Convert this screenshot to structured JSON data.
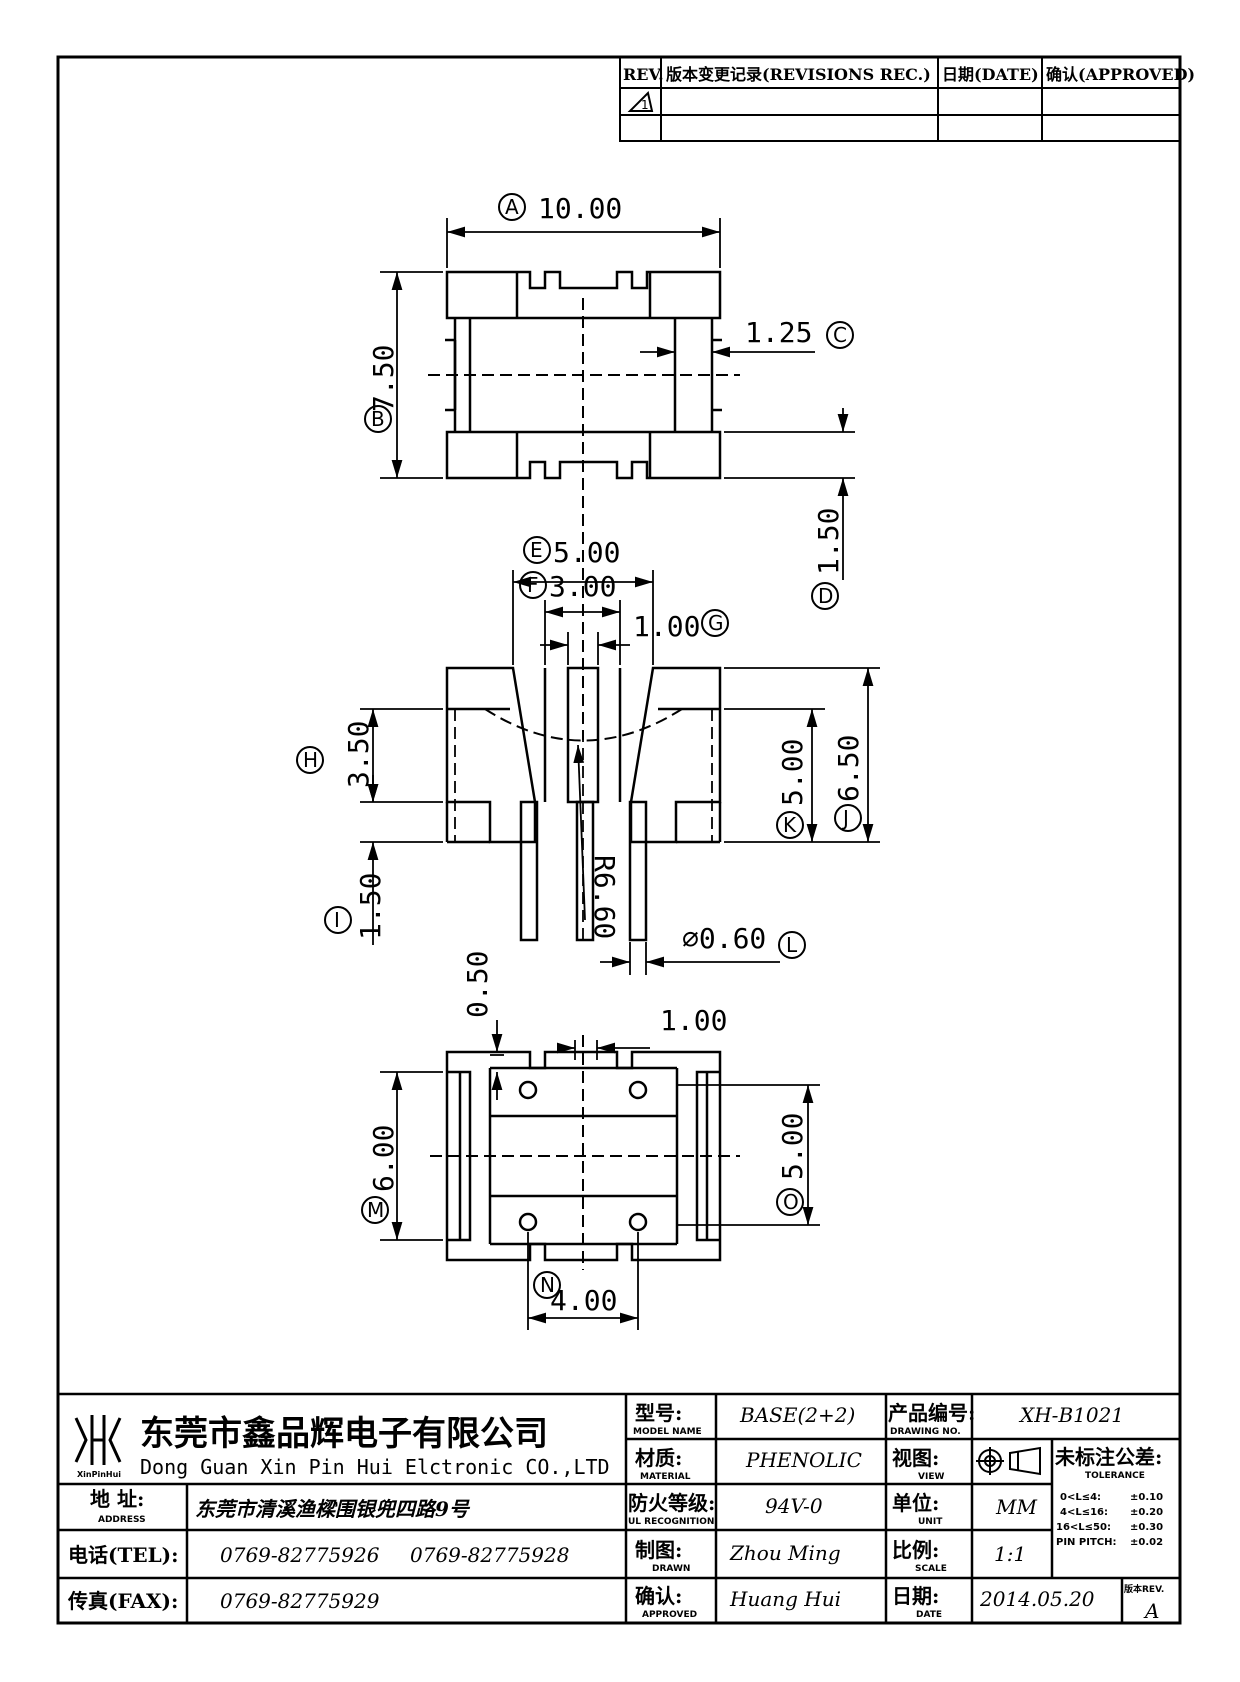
{
  "revisions": {
    "headers": {
      "rev": "REV.",
      "record": "版本变更记录(REVISIONS REC.)",
      "date": "日期(DATE)",
      "approved": "确认(APPROVED)"
    },
    "rev_mark": "1"
  },
  "drawing": {
    "top_view": {
      "A": "10.00",
      "B": "7.50",
      "C": "1.25",
      "D": "1.50",
      "letters": {
        "A": "A",
        "B": "B",
        "C": "C",
        "D": "D"
      }
    },
    "front_view": {
      "E": "5.00",
      "F": "3.00",
      "G": "1.00",
      "H": "3.50",
      "I": "1.50",
      "J": "6.50",
      "K": "5.00",
      "L": "⌀0.60",
      "R": "R6.60",
      "letters": {
        "E": "E",
        "F": "F",
        "G": "G",
        "H": "H",
        "I": "I",
        "J": "J",
        "K": "K",
        "L": "L"
      }
    },
    "bottom_view": {
      "M": "6.00",
      "N": "4.00",
      "O": "5.00",
      "gap": "0.50",
      "slot": "1.00",
      "letters": {
        "M": "M",
        "N": "N",
        "O": "O"
      }
    }
  },
  "title_block": {
    "company_cn": "东莞市鑫品辉电子有限公司",
    "company_en": "Dong Guan Xin Pin Hui Elctronic CO.,LTD",
    "logo_caption": "XinPinHui",
    "address_label": "地 址:",
    "address_sub": "ADDRESS",
    "address": "东莞市清溪渔樑围银兜四路9号",
    "tel_label": "电话(TEL):",
    "tel1": "0769-82775926",
    "tel2": "0769-82775928",
    "fax_label": "传真(FAX):",
    "fax": "0769-82775929",
    "model_label": "型号:",
    "model_sub": "MODEL NAME",
    "model": "BASE(2+2)",
    "material_label": "材质:",
    "material_sub": "MATERIAL",
    "material": "PHENOLIC",
    "ul_label": "防火等级:",
    "ul_sub": "UL RECOGNITION",
    "ul": "94V-0",
    "drawn_label": "制图:",
    "drawn_sub": "DRAWN",
    "drawn": "Zhou Ming",
    "approved_label": "确认:",
    "approved_sub": "APPROVED",
    "approved": "Huang Hui",
    "drawing_no_label": "产品编号:",
    "drawing_no_sub": "DRAWING NO.",
    "drawing_no": "XH-B1021",
    "view_label": "视图:",
    "view_sub": "VIEW",
    "unit_label": "单位:",
    "unit_sub": "UNIT",
    "unit": "MM",
    "scale_label": "比例:",
    "scale_sub": "SCALE",
    "scale": "1:1",
    "date_label": "日期:",
    "date_sub": "DATE",
    "date": "2014.05.20",
    "tolerance_label": "未标注公差:",
    "tolerance_sub": "TOLERANCE",
    "tolerances": [
      {
        "range": "0<L≤4:",
        "value": "±0.10"
      },
      {
        "range": "4<L≤16:",
        "value": "±0.20"
      },
      {
        "range": "16<L≤50:",
        "value": "±0.30"
      },
      {
        "range": "PIN PITCH:",
        "value": "±0.02"
      }
    ],
    "rev_label": "版本REV.",
    "rev": "A"
  }
}
